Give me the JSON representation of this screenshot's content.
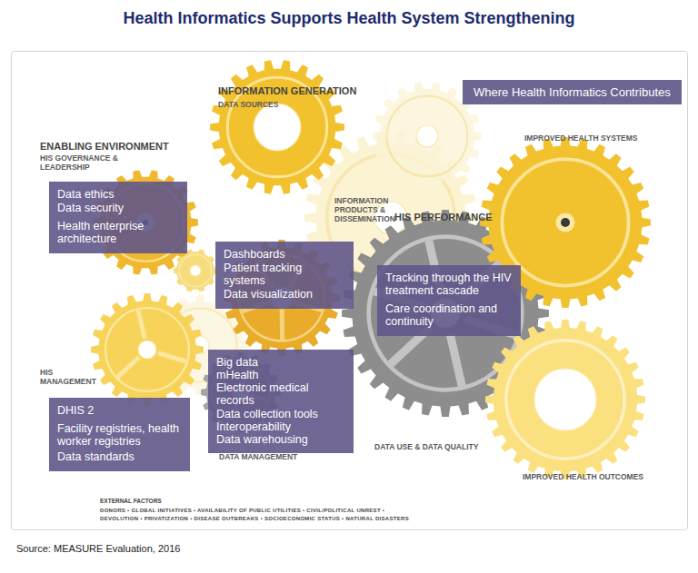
{
  "diagram": {
    "title": "Health Informatics Supports Health System Strengthening",
    "caption": "Source: MEASURE Evaluation, 2016",
    "nodes": [
      {
        "text": [
          "Data ethics",
          "Data security",
          "Health enterprise architecture"
        ]
      },
      {
        "text": [
          "Dashboards",
          "Patient tracking systems",
          "Data visualization"
        ]
      },
      {
        "text": [
          "Tracking through the HIV treatment cascade",
          "Care coordination and continuity"
        ]
      },
      {
        "text": [
          "Big data",
          "mHealth",
          "Electronic medical records",
          "Data collection tools",
          "Interoperability",
          "Data warehousing"
        ]
      },
      {
        "text": [
          "DHIS 2",
          "Facility registries, health worker registries",
          "Data standards"
        ]
      }
    ],
    "labels": [
      "INFORMATION GENERATION",
      "DATA SOURCES",
      "ENABLING ENVIRONMENT",
      "HIS GOVERNANCE & LEADERSHIP",
      "INFORMATION PRODUCTS & DISSEMINATION",
      "HIS PERFORMANCE",
      "IMPROVED HEALTH SYSTEMS",
      "HIS MANAGEMENT",
      "DATA USE & DATA QUALITY",
      "DATA MANAGEMENT",
      "IMPROVED HEALTH OUTCOMES",
      "EXTERNAL FACTORS",
      "DONORS • GLOBAL INITIATIVES • AVAILABILITY OF PUBLIC UTILITIES • CIVIL/POLITICAL UNREST • DEVOLUTION • PRIVATIZATION • DISEASE OUTBREAKS • SOCIOECONOMIC STATUS • NATURAL DISASTERS"
    ],
    "legend": [
      {
        "text": "Where Health Informatics Contributes",
        "color": "#6d6592"
      }
    ]
  }
}
